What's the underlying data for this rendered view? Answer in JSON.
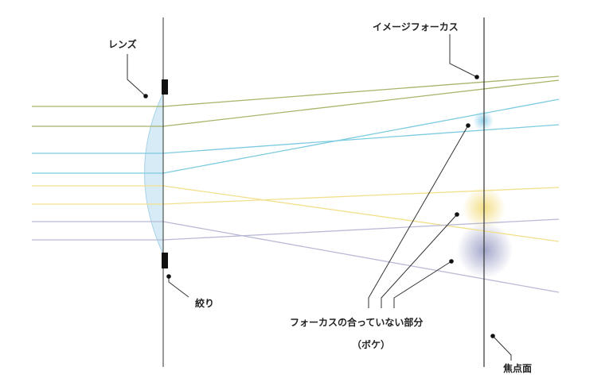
{
  "labels": {
    "lens": "レンズ",
    "image_focus": "イメージフォーカス",
    "aperture": "絞り",
    "out_of_focus": "フォーカスの合っていない部分",
    "bokeh": "（ボケ）",
    "focal_plane": "焦点面"
  },
  "colors": {
    "green": "#a8b56a",
    "blue": "#7ccbe0",
    "yellow": "#f2e08e",
    "purple": "#b9b9d6",
    "lens_fill": "#d6ebf5",
    "lens_edge": "#a9d2e8",
    "line": "#333333",
    "blob_blue": "#8fd0ec",
    "blob_yellow": "#f3dd80",
    "blob_purple": "#9ea3c8"
  }
}
